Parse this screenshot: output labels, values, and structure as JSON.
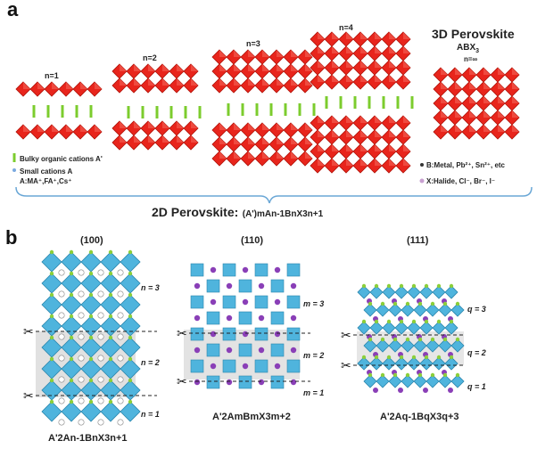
{
  "panel_a": {
    "label": "a",
    "structures": [
      {
        "n_label": "n=1"
      },
      {
        "n_label": "n=2"
      },
      {
        "n_label": "n=3"
      },
      {
        "n_label": "n=4"
      }
    ],
    "perovskite_3d": {
      "title": "3D Perovskite",
      "formula": "ABX",
      "formula_sub": "3",
      "n_label": "n=∞"
    },
    "legend_left": {
      "bulky": "Bulky organic cations A'",
      "small": "Small  cations A",
      "a_list": "A:MA⁺,FA⁺,Cs⁺"
    },
    "legend_right": {
      "b_metal": "B:Metal, Pb²⁺, Sn²⁺, etc",
      "x_halide": "X:Halide, Cl⁻, Br⁻, I⁻"
    },
    "caption_2d": {
      "label": "2D Perovskite:",
      "formula": "(A')mAn-1BnX3n+1"
    },
    "colors": {
      "octahedron": "#e8251c",
      "octahedron_dark": "#b01208",
      "bulky": "#7ccc2e",
      "small": "#7aa9e0",
      "b_dot": "#333333",
      "x_dot": "#c8a0d0"
    }
  },
  "panel_b": {
    "label": "b",
    "orientations": [
      {
        "label": "(100)",
        "layers": [
          "n = 3",
          "n = 2",
          "n = 1"
        ],
        "formula": "A'2An-1BnX3n+1"
      },
      {
        "label": "(110)",
        "layers": [
          "m = 3",
          "m = 2",
          "m = 1"
        ],
        "formula": "A'2AmBmX3m+2"
      },
      {
        "label": "(111)",
        "layers": [
          "q = 3",
          "q = 2",
          "q = 1"
        ],
        "formula": "A'2Aq-1BqX3q+3"
      }
    ],
    "colors": {
      "octahedron": "#4fb4dd",
      "octahedron_edge": "#2b86ad",
      "x_atom": "#8ccf3a",
      "a_atom": "#8a3fb7",
      "shade": "#c8c8c8"
    }
  }
}
